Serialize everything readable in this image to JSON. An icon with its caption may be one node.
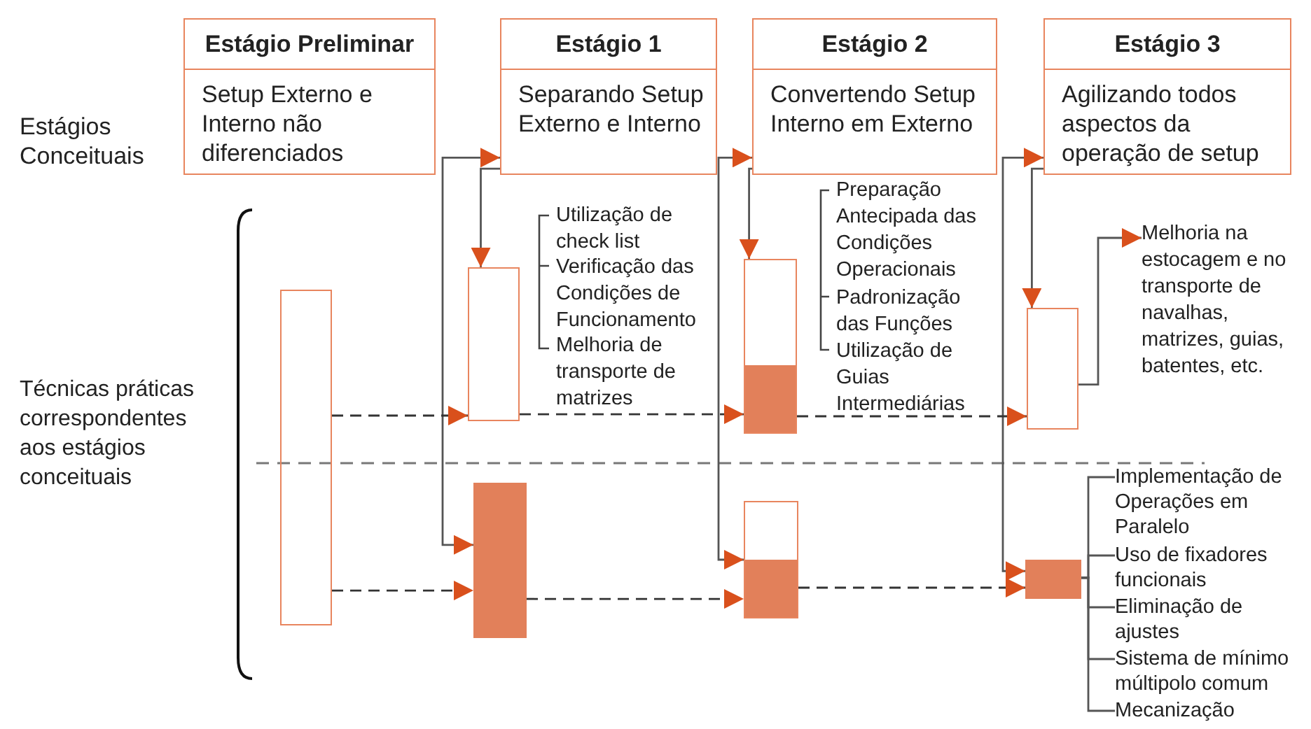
{
  "diagram": {
    "nodes": [
      {
        "text": [
          "Estágio Preliminar",
          "Setup Externo e Interno não diferenciados"
        ]
      },
      {
        "text": [
          "Estágio 1",
          "Separando Setup Externo e Interno"
        ]
      },
      {
        "text": [
          "Estágio 2",
          "Convertendo Setup Interno em Externo"
        ]
      },
      {
        "text": [
          "Estágio 3",
          "Agilizando todos aspectos da operação de setup"
        ]
      },
      {
        "text": [],
        "shape": "bar"
      },
      {
        "text": [],
        "shape": "bar"
      },
      {
        "text": [],
        "shape": "bar"
      },
      {
        "text": [],
        "shape": "bar"
      },
      {
        "text": [],
        "shape": "bar"
      },
      {
        "text": [],
        "shape": "bar"
      },
      {
        "text": [],
        "shape": "bar"
      },
      {
        "text": [
          "Melhoria na estocagem e no transporte de navalhas, matrizes, guias, batentes, etc."
        ]
      },
      {
        "text": [
          "Implementação de Operações em Paralelo"
        ]
      },
      {
        "text": [
          "Uso de fixadores funcionais"
        ]
      },
      {
        "text": [
          "Eliminação de ajustes"
        ]
      },
      {
        "text": [
          "Sistema de mínimo múltipolo comum"
        ]
      },
      {
        "text": [
          "Mecanização"
        ]
      }
    ],
    "edges": [
      {
        "from": 1,
        "to": 5,
        "arrow": "to"
      },
      {
        "from": 1,
        "to": 6,
        "arrow": "both"
      },
      {
        "from": 2,
        "to": 7,
        "arrow": "to"
      },
      {
        "from": 2,
        "to": 8,
        "arrow": "both"
      },
      {
        "from": 3,
        "to": 9,
        "arrow": "to"
      },
      {
        "from": 3,
        "to": 10,
        "arrow": "both"
      },
      {
        "from": 9,
        "to": 11,
        "arrow": "to"
      },
      {
        "from": 10,
        "to": 12,
        "arrow": "none"
      },
      {
        "from": 10,
        "to": 13,
        "arrow": "none"
      },
      {
        "from": 10,
        "to": 14,
        "arrow": "none"
      },
      {
        "from": 10,
        "to": 15,
        "arrow": "none"
      },
      {
        "from": 10,
        "to": 16,
        "arrow": "none"
      },
      {
        "from": 4,
        "to": 5,
        "arrow": "to",
        "style": "dashed"
      },
      {
        "from": 5,
        "to": 7,
        "arrow": "to",
        "style": "dashed"
      },
      {
        "from": 7,
        "to": 9,
        "arrow": "to",
        "style": "dashed"
      },
      {
        "from": 4,
        "to": 6,
        "arrow": "to",
        "style": "dashed"
      },
      {
        "from": 6,
        "to": 8,
        "arrow": "to",
        "style": "dashed"
      },
      {
        "from": 8,
        "to": 10,
        "arrow": "to",
        "style": "dashed"
      }
    ],
    "labels": [
      "Estágios Conceituais",
      "Técnicas práticas correspondentes aos estágios conceituais",
      "Utilização de check list",
      "Verificação das Condições de Funcionamento",
      "Melhoria de transporte de matrizes",
      "Preparação Antecipada das Condições Operacionais",
      "Padronização das Funções",
      "Utilização de Guias Intermediárias"
    ]
  }
}
